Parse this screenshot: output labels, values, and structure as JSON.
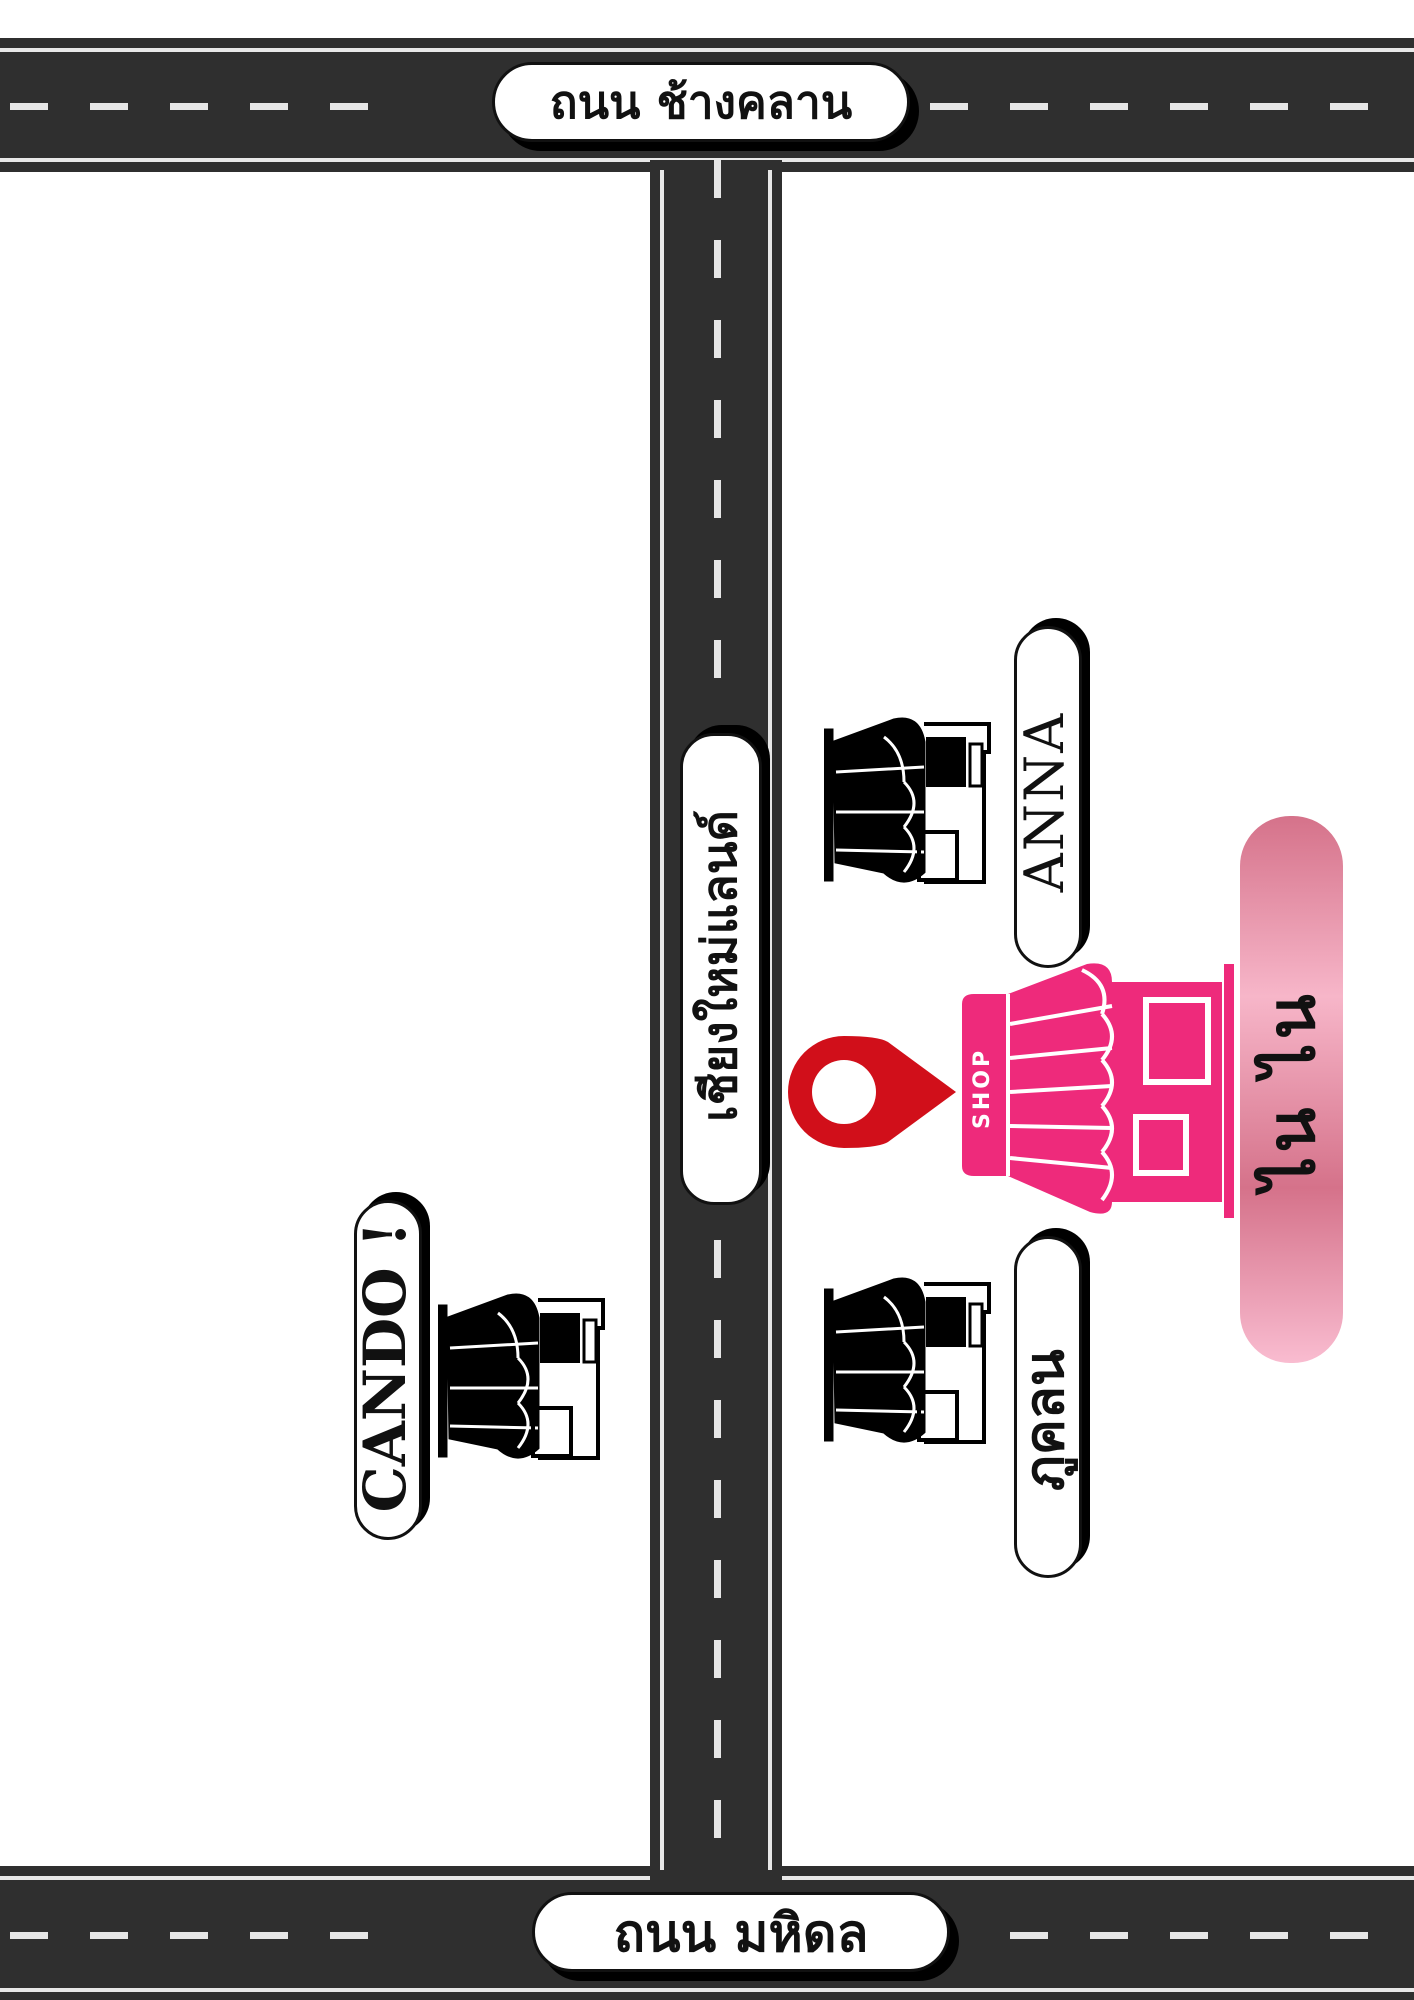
{
  "roads": {
    "top_road_label": "ถนน ช้างคลาน",
    "bottom_road_label": "ถนน มหิดล",
    "vertical_road_label": "เชียงใหม่แลนด์"
  },
  "shops": {
    "anna": "ANNA",
    "pukhlon": "ภูคลน",
    "cando": "CANDO !",
    "target_shop_label": "ไน ไน",
    "target_awning_text": "SHOP"
  },
  "colors": {
    "road": "#2f2f2f",
    "lane_mark": "#e6e6e6",
    "shop_pink": "#ee2a7b",
    "pin_red": "#d10f1a"
  },
  "icons": [
    "shop-icon",
    "location-pin-icon"
  ]
}
